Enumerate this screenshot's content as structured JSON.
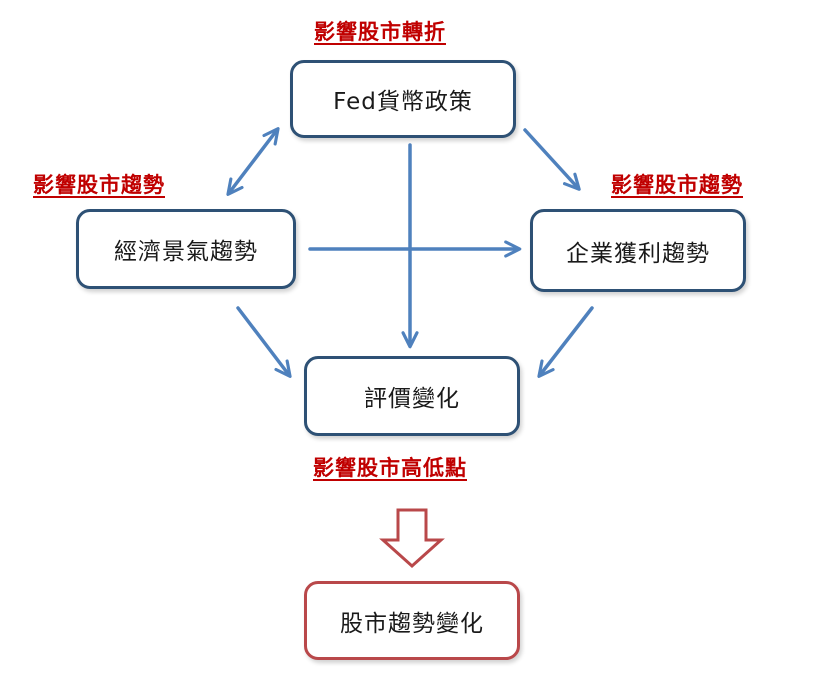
{
  "captions": {
    "top": "影響股市轉折",
    "left": "影響股市趨勢",
    "right": "影響股市趨勢",
    "bottom": "影響股市高低點"
  },
  "nodes": {
    "fed": "Fed貨幣政策",
    "economy": "經濟景氣趨勢",
    "earnings": "企業獲利趨勢",
    "valuation": "評價變化",
    "result": "股市趨勢變化"
  },
  "colors": {
    "box_border": "#2e5175",
    "arrow": "#4f81bd",
    "caption": "#c00000",
    "result_border": "#b9484a"
  }
}
